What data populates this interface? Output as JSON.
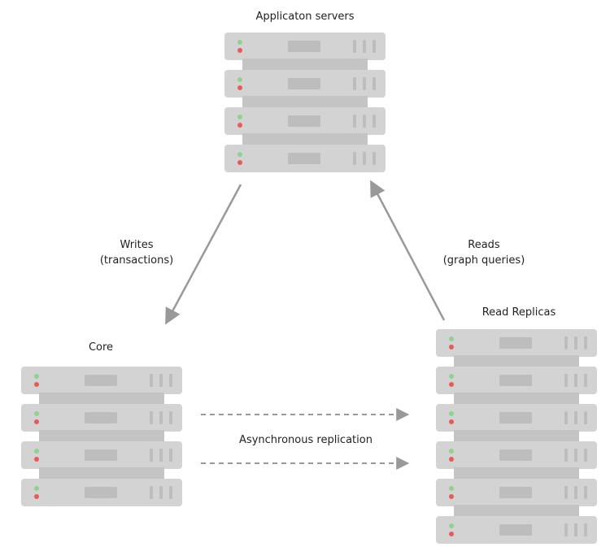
{
  "labels": {
    "app_servers": "Applicaton servers",
    "writes_line1": "Writes",
    "writes_line2": "(transactions)",
    "reads_line1": "Reads",
    "reads_line2": "(graph queries)",
    "core": "Core",
    "read_replicas": "Read Replicas",
    "async_replication": "Asynchronous replication"
  },
  "server_groups": {
    "app_servers_units": 4,
    "core_units": 4,
    "read_replicas_units": 6
  },
  "colors": {
    "unit": "#d3d3d3",
    "connector": "#c4c4c4",
    "led_green": "#8fd18f",
    "led_red": "#e85a5a",
    "arrow": "#999999"
  }
}
